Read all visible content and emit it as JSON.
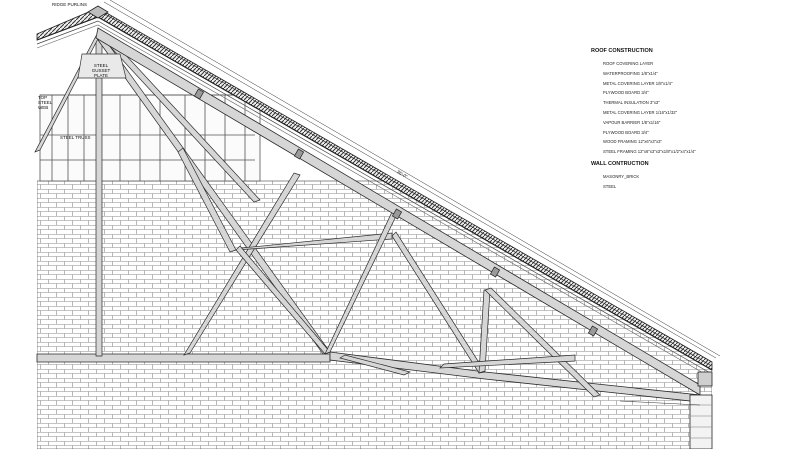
{
  "labels": {
    "ridge_purlin": "RIDGE PURLINS",
    "steel_gusset_plate": "STEEL GUSSET PLATE",
    "top_steel_web": "TOP STEEL WEB",
    "steel_truss": "STEEL TRUSS",
    "slope_dimension": "36'-0\""
  },
  "legend": {
    "roof_title": "ROOF CONSTRUCTION",
    "roof_items": [
      "ROOF COVERING LAYER",
      "WATERPROOFING 1/8\"x1/4\"",
      "METAL COVERING LAYER 1/8\"x1/4\"",
      "PLYWOOD BOARD 3/4\"",
      "THERMAL INSULATION 3\"x3\"",
      "METAL COVERING LAYER 1/16\"x1/32\"",
      "VAPOUR BARRIER 1/8\"x1/16\"",
      "PLYWOOD BOARD 3/4\"",
      "WOOD FRAMING 12\"x6\"x3\"x3\"",
      "STEEL FRAMING 12\"x6\"x3\"x3\"x1/8\"x1/2\"x4\"x1/4\""
    ],
    "wall_title": "WALL CONTRUCTION",
    "wall_items": [
      "MASONRY_BRICK",
      "STEEL"
    ]
  },
  "colors": {
    "line": "#2a2a2a",
    "steel_fill": "#d6d6d6",
    "roof_band": "#3a3a3a",
    "brick_line": "#8a8a8a",
    "background": "#ffffff"
  }
}
